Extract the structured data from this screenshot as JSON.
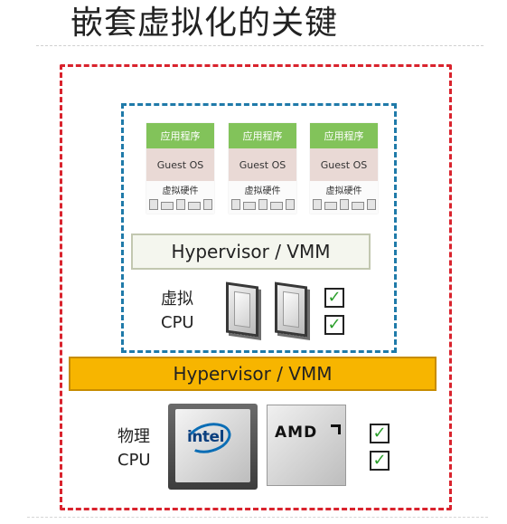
{
  "title": "嵌套虚拟化的关键",
  "guest_stacks": [
    {
      "app": "应用程序",
      "os": "Guest OS",
      "hw": "虚拟硬件"
    },
    {
      "app": "应用程序",
      "os": "Guest OS",
      "hw": "虚拟硬件"
    },
    {
      "app": "应用程序",
      "os": "Guest OS",
      "hw": "虚拟硬件"
    }
  ],
  "inner_hypervisor": "Hypervisor / VMM",
  "virtual_cpu": {
    "line1": "虚拟",
    "line2": "CPU"
  },
  "outer_hypervisor": "Hypervisor / VMM",
  "physical_cpu": {
    "line1": "物理",
    "line2": "CPU"
  },
  "cpu_brands": {
    "intel": "intel",
    "amd": "AMD"
  },
  "check_mark": "✓",
  "colors": {
    "outer_frame": "#d9232d",
    "inner_frame": "#1f7aa9",
    "app_layer": "#82c35a",
    "os_layer": "#e9d9d5",
    "outer_hypervisor_fill": "#f7b500",
    "check": "#2a9e2a"
  }
}
